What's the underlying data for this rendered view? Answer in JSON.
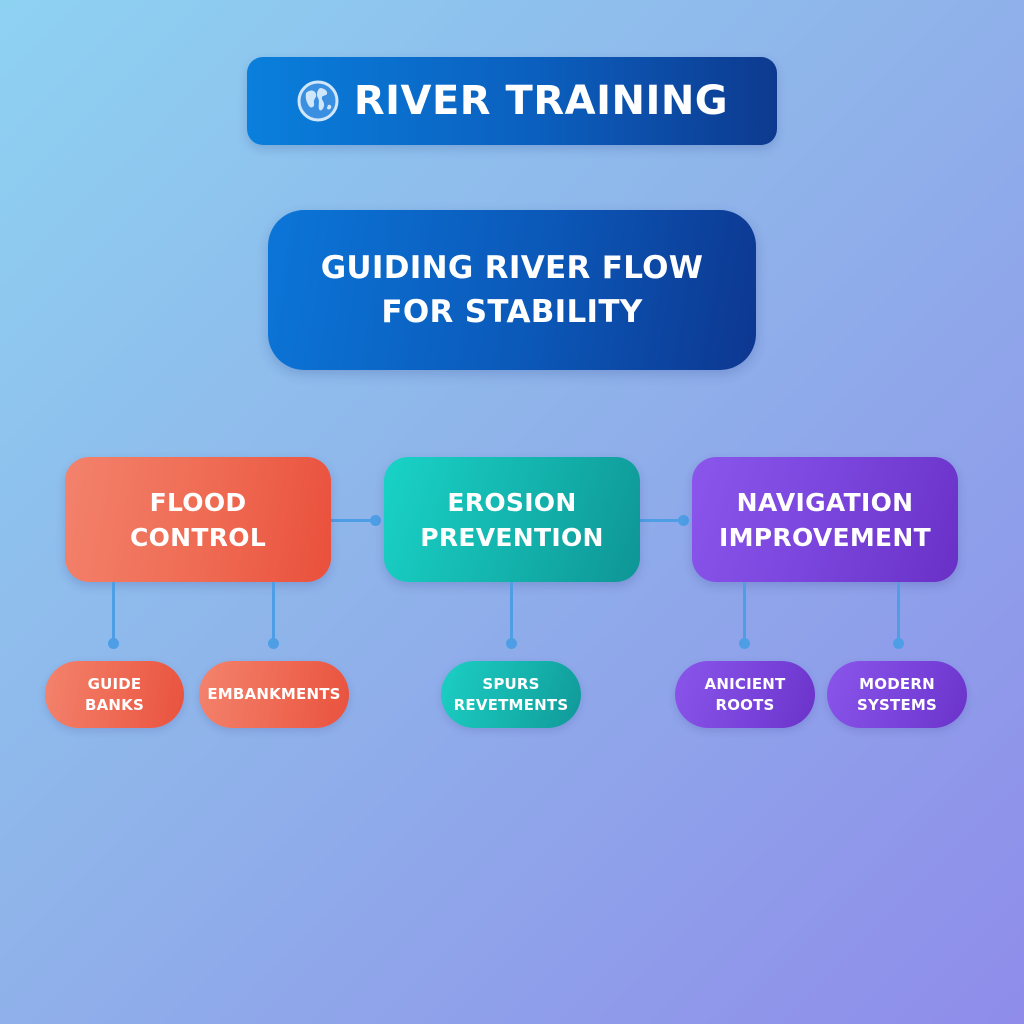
{
  "header": {
    "icon": "globe-icon",
    "title": "RIVER TRAINING"
  },
  "subtitle": {
    "lines": [
      "GUIDING RIVER FLOW",
      "FOR STABILITY"
    ]
  },
  "categories": [
    {
      "lines": [
        "FLOOD",
        "CONTROL"
      ],
      "color": "#ef6a52",
      "children": [
        {
          "lines": [
            "GUIDE",
            "BANKS"
          ]
        },
        {
          "lines": [
            "EMBANKMENTS"
          ]
        }
      ]
    },
    {
      "lines": [
        "EROSION",
        "PREVENTION"
      ],
      "color": "#14b5ae",
      "children": [
        {
          "lines": [
            "SPURS",
            "REVETMENTS"
          ]
        }
      ]
    },
    {
      "lines": [
        "NAVIGATION",
        "IMPROVEMENT"
      ],
      "color": "#7a45dc",
      "children": [
        {
          "lines": [
            "ANICIENT",
            "ROOTS"
          ]
        },
        {
          "lines": [
            "MODERN",
            "SYSTEMS"
          ]
        }
      ]
    }
  ],
  "colors": {
    "header_bg": "#0b5fbe",
    "connector": "#4e9ee6",
    "background_start": "#8ed2f2",
    "background_end": "#8f8cea"
  }
}
